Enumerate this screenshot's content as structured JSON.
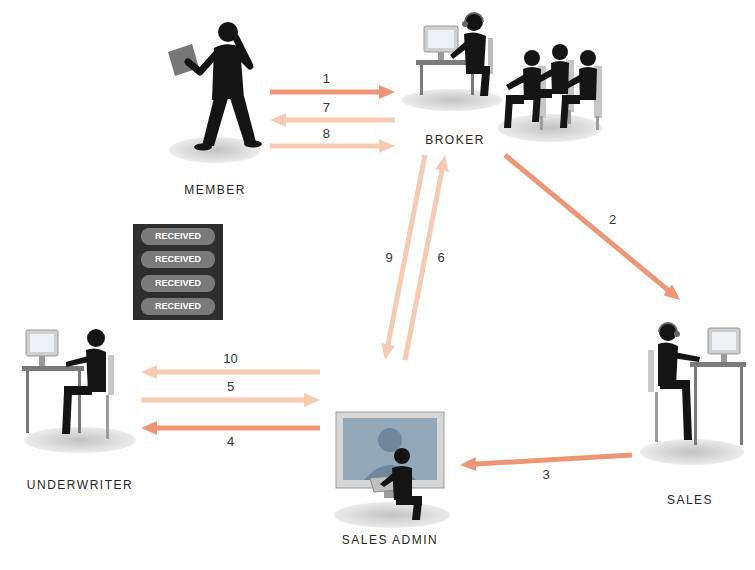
{
  "diagram": {
    "nodes": [
      {
        "text": [
          "MEMBER"
        ]
      },
      {
        "text": [
          "BROKER"
        ]
      },
      {
        "text": [
          "UNDERWRITER"
        ]
      },
      {
        "text": [
          "SALES"
        ]
      },
      {
        "text": [
          "SALES ADMIN"
        ]
      }
    ],
    "edges": [
      {
        "from": 0,
        "to": 1,
        "arrow": "to",
        "label": "1"
      },
      {
        "from": 1,
        "to": 3,
        "arrow": "to",
        "label": "2"
      },
      {
        "from": 3,
        "to": 4,
        "arrow": "to",
        "label": "3"
      },
      {
        "from": 4,
        "to": 2,
        "arrow": "to",
        "label": "4"
      },
      {
        "from": 2,
        "to": 4,
        "arrow": "to",
        "label": "5"
      },
      {
        "from": 4,
        "to": 1,
        "arrow": "to",
        "label": "6"
      },
      {
        "from": 1,
        "to": 0,
        "arrow": "to",
        "label": "7"
      },
      {
        "from": 0,
        "to": 1,
        "arrow": "to",
        "label": "8"
      },
      {
        "from": 1,
        "to": 4,
        "arrow": "to",
        "label": "9"
      },
      {
        "from": 4,
        "to": 2,
        "arrow": "to",
        "label": "10"
      }
    ],
    "labels": [
      "RECEIVED",
      "RECEIVED",
      "RECEIVED",
      "RECEIVED"
    ]
  }
}
